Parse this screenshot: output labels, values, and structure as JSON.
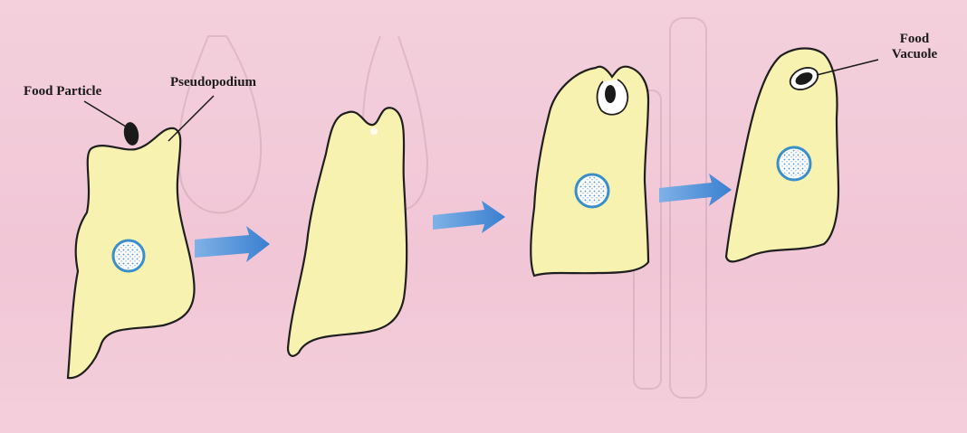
{
  "labels": {
    "food_particle": "Food Particle",
    "pseudopodium": "Pseudopodium",
    "food_vacuole_line1": "Food",
    "food_vacuole_line2": "Vacuole"
  },
  "colors": {
    "cell_fill": "#f8f2b0",
    "cell_stroke": "#1f1f1f",
    "nucleus_fill": "#ffffff",
    "nucleus_ring": "#3b8fc9",
    "arrow": "#4a90d9",
    "food": "#1a1a1a",
    "background": "#f2c8d6"
  },
  "stages": [
    {
      "name": "stage-1-pseudopodia-forming"
    },
    {
      "name": "stage-2-engulfing"
    },
    {
      "name": "stage-3-enclosing"
    },
    {
      "name": "stage-4-food-vacuole"
    }
  ]
}
